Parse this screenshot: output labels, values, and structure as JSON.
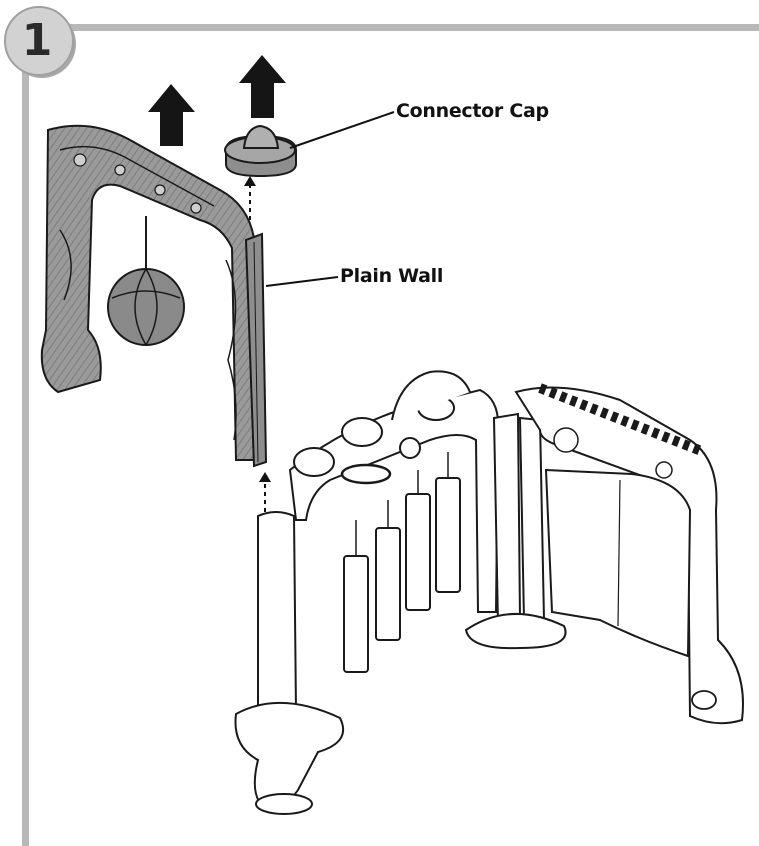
{
  "step": {
    "number": "1"
  },
  "callouts": {
    "connector_cap": "Connector Cap",
    "plain_wall": "Plain Wall"
  },
  "colors": {
    "frame": "#b8b8b8",
    "badge": "#c9c9c9",
    "part_gray": "#8e8e8e",
    "outline": "#1a1a1a",
    "arrow": "#151515"
  }
}
